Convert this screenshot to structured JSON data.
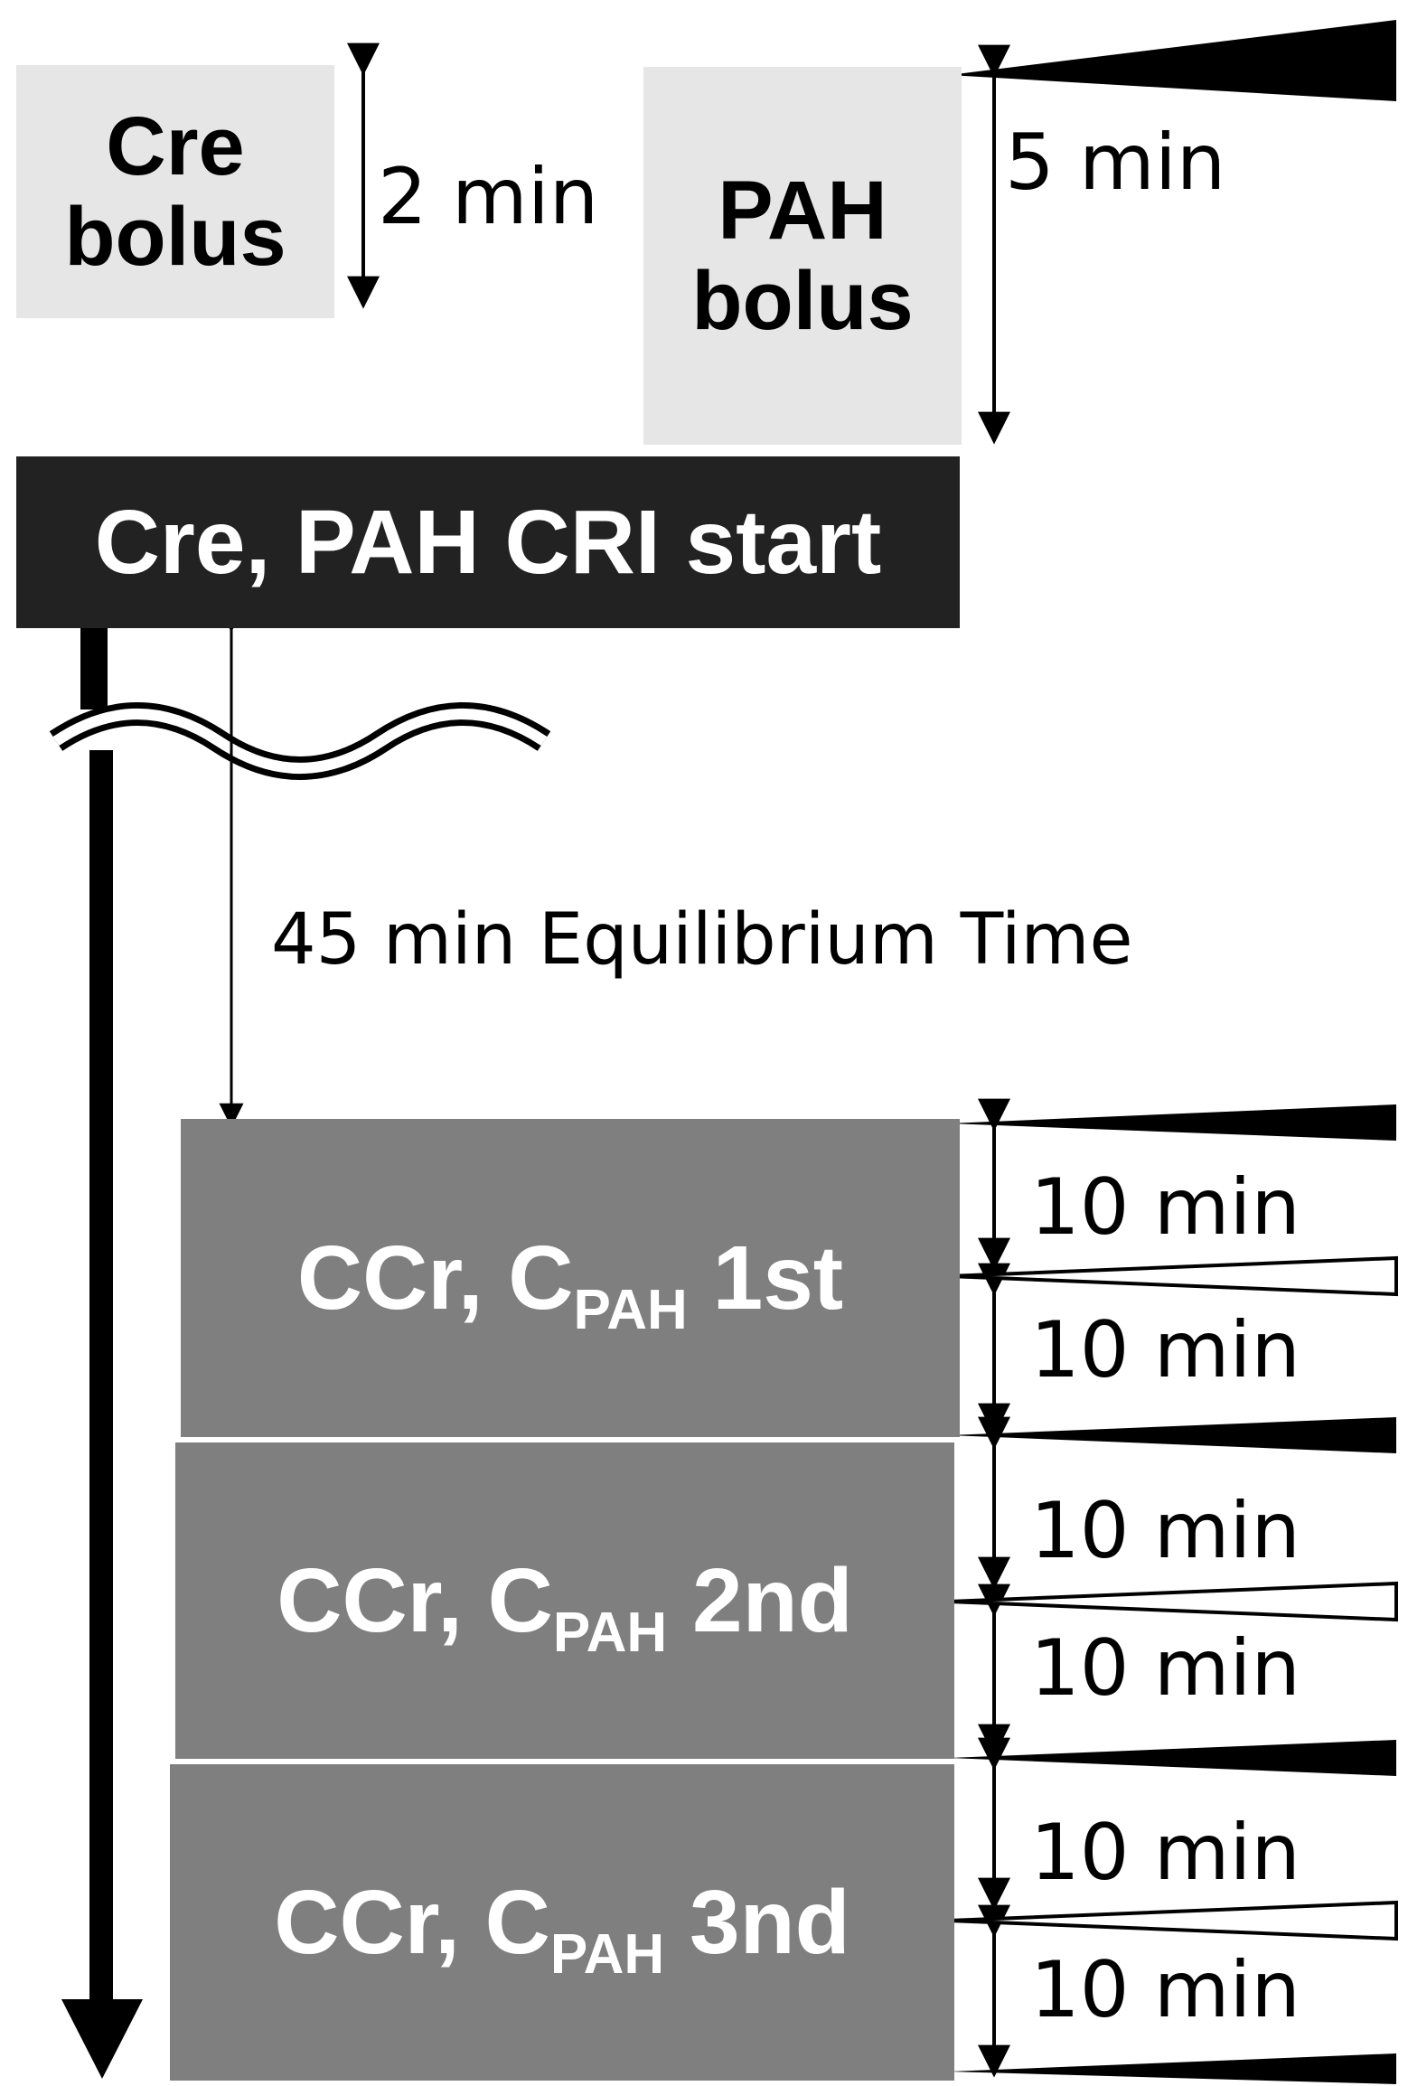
{
  "boxes": {
    "cre_bolus": [
      "Cre",
      "bolus"
    ],
    "pah_bolus": [
      "PAH",
      "bolus"
    ],
    "cri_start": "Cre, PAH CRI start",
    "phases": [
      {
        "prefix": "CCr, C",
        "subscript": "PAH",
        "suffix": " 1st"
      },
      {
        "prefix": "CCr, C",
        "subscript": "PAH",
        "suffix": " 2nd"
      },
      {
        "prefix": "CCr, C",
        "subscript": "PAH",
        "suffix": " 3nd"
      }
    ]
  },
  "durations": {
    "cre_bolus": "2 min",
    "pah_bolus": "5 min",
    "equilibrium": "45 min Equilibrium Time",
    "sampling": [
      "10 min",
      "10 min",
      "10 min",
      "10 min",
      "10 min",
      "10 min"
    ]
  },
  "colors": {
    "bolus_fill": "#e6e6e6",
    "start_fill": "#222222",
    "phase_fill": "#7f7f7f",
    "ink": "#000000"
  },
  "icons": {
    "sample_marker_filled": "black-wedge",
    "sample_marker_open": "white-wedge",
    "timeline": "down-arrow",
    "time_break": "wavy-break"
  }
}
